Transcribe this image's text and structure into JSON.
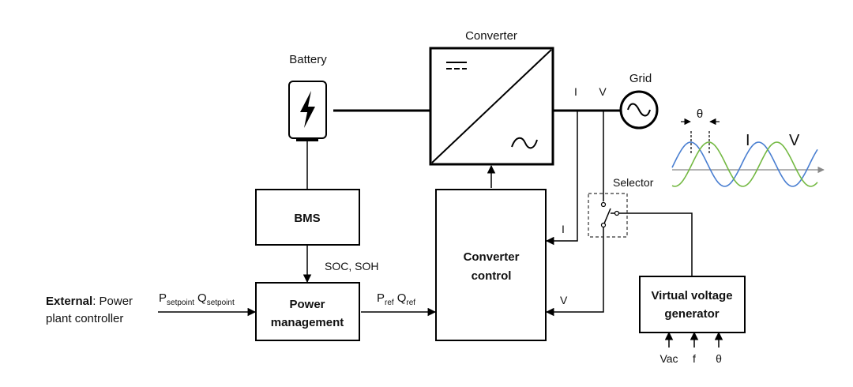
{
  "labels": {
    "converter": "Converter",
    "battery": "Battery",
    "grid": "Grid",
    "bms": "BMS",
    "soc_soh": "SOC, SOH",
    "converter_control_1": "Converter",
    "converter_control_2": "control",
    "power_mgmt_1": "Power",
    "power_mgmt_2": "management",
    "virtual_gen_1": "Virtual voltage",
    "virtual_gen_2": "generator",
    "selector": "Selector",
    "external_bold": "External",
    "external_rest": ": Power",
    "external_line2": "plant controller",
    "p_setpoint_main": "P",
    "p_setpoint_sub": "setpoint",
    "q_setpoint_main": "Q",
    "q_setpoint_sub": "setpoint",
    "p_ref_main": "P",
    "p_ref_sub": "ref",
    "q_ref_main": "Q",
    "q_ref_sub": "ref",
    "I": "I",
    "V": "V",
    "I_ctrl": "I",
    "V_ctrl": "V",
    "vac": "Vac",
    "f": "f",
    "theta": "θ",
    "wave_theta": "θ",
    "wave_I": "I",
    "wave_V": "V"
  },
  "colors": {
    "current_wave": "#4a7fd1",
    "voltage_wave": "#74b943",
    "line": "#000000"
  }
}
